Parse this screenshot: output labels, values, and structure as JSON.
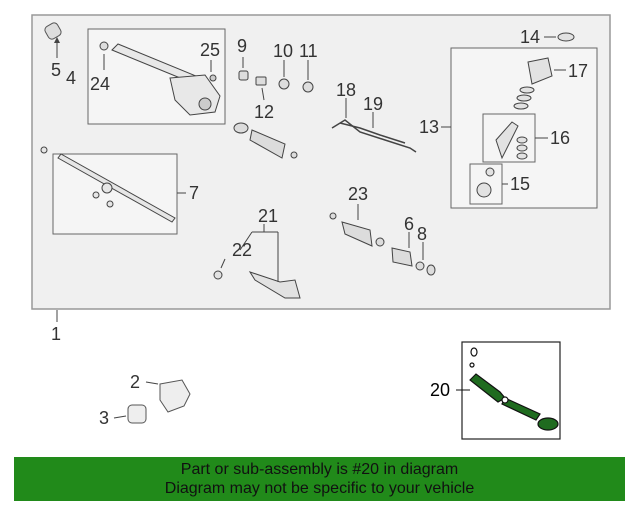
{
  "callouts": {
    "n1": "1",
    "n2": "2",
    "n3": "3",
    "n4": "4",
    "n5": "5",
    "n6": "6",
    "n7": "7",
    "n8": "8",
    "n9": "9",
    "n10": "10",
    "n11": "11",
    "n12": "12",
    "n13": "13",
    "n14": "14",
    "n15": "15",
    "n16": "16",
    "n17": "17",
    "n18": "18",
    "n19": "19",
    "n20": "20",
    "n21": "21",
    "n22": "22",
    "n23": "23",
    "n24": "24",
    "n25": "25"
  },
  "banner": {
    "line1": "Part or sub-assembly is #20 in diagram",
    "line2": "Diagram may not be specific to your vehicle"
  },
  "colors": {
    "banner_bg": "#218a1a",
    "highlight_part": "#1f6b1f",
    "panel_bg": "#f0f0f0"
  }
}
